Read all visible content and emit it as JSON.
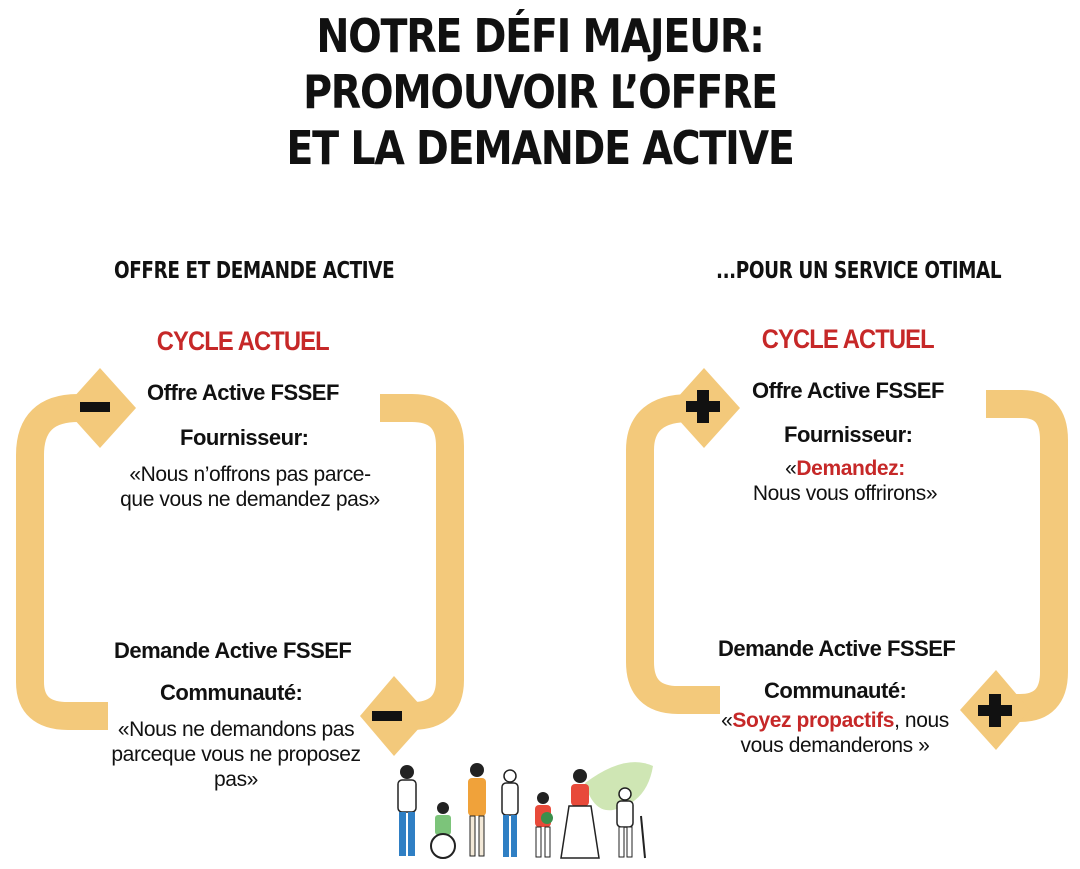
{
  "title": {
    "line1": "NOTRE DÉFI MAJEUR:",
    "line2": "PROMOUVOIR L’OFFRE",
    "line3": "ET LA DEMANDE ACTIVE"
  },
  "left": {
    "heading": "OFFRE ET DEMANDE ACTIVE",
    "cycle_label": "CYCLE ACTUEL",
    "offer_title": "Offre Active FSSEF",
    "provider_label": "Fournisseur:",
    "provider_quote_1": "«Nous n’offrons pas parce-",
    "provider_quote_2": "que vous ne demandez pas»",
    "demand_title": "Demande Active FSSEF",
    "community_label": "Communauté:",
    "community_quote_1": "«Nous ne demandons pas",
    "community_quote_2": "parceque vous ne proposez",
    "community_quote_3": "pas»",
    "sign_symbol": "minus"
  },
  "right": {
    "heading": "...POUR UN SERVICE OTIMAL",
    "cycle_label": "CYCLE ACTUEL",
    "offer_title": "Offre Active FSSEF",
    "provider_label": "Fournisseur:",
    "provider_open": "«",
    "provider_highlight": "Demandez:",
    "provider_rest": "Nous vous offrirons»",
    "demand_title": "Demande Active FSSEF",
    "community_label": "Communauté:",
    "community_open": "«",
    "community_highlight": "Soyez propactifs",
    "community_rest_1": ", nous",
    "community_rest_2": "vous demanderons »",
    "sign_symbol": "plus"
  },
  "colors": {
    "arrow": "#f3c97b",
    "text": "#111111",
    "accent_red": "#c62828",
    "highlight_red": "#d32f2f"
  }
}
